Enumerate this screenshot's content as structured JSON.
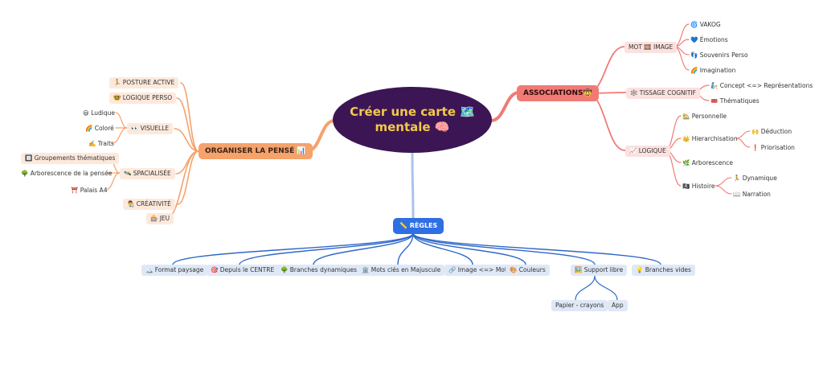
{
  "colors": {
    "central_bg": "#3c1654",
    "central_text": "#f2c94c",
    "orange_branch": "#f5a26b",
    "orange_pill": "#fde9dc",
    "red_branch": "#f07b76",
    "red_pill": "#fbe1df",
    "blue_branch": "#2f68c9",
    "blue_pill": "#dfe8f6",
    "regles_bg": "#2f6fe4"
  },
  "central": {
    "title": "Créer une carte 🗺️ mentale 🧠"
  },
  "organiser": {
    "label": "ORGANISER LA PENSÉ 📊",
    "posture": "🏃 POSTURE ACTIVE",
    "logique_perso": "🤓 LOGIQUE PERSO",
    "visuelle": "👀 VISUELLE",
    "visuelle_children": [
      "😃 Ludique",
      "🌈 Coloré",
      "✍️ Traits"
    ],
    "spacialisee": "🛰️ SPACIALISÉE",
    "spacialisee_children": [
      "🔲 Groupements thématiques",
      "🌳 Arborescence de la pensée",
      "⛩️ Palais A4"
    ],
    "creativite": "👨‍🎨 CRÉATIVITÉ",
    "jeu": "🎰 JEU"
  },
  "associations": {
    "label": "ASSOCIATIONS🤠",
    "mot_image": "MOT 🎞️ IMAGE",
    "mot_image_children": [
      "🌀 VAKOG",
      "💙 Émotions",
      "👣 Souvenirs Perso",
      "🌈 Imagination"
    ],
    "tissage": "🕸️ TISSAGE COGNITIF",
    "tissage_children": [
      "🧞 Concept <=> Représentations",
      "🎟️ Thématiques"
    ],
    "logique": "📈 LOGIQUE",
    "logique_children": [
      "🏡 Personnelle",
      "👑 Hierarchisation",
      "🌿 Arborescence",
      "🏴‍☠️ Histoire"
    ],
    "hierarchisation_children": [
      "🙌 Déduction",
      "❗ Priorisation"
    ],
    "histoire_children": [
      "🏃 Dynamique",
      "📖 Narration"
    ]
  },
  "regles": {
    "label": "📏 RÈGLES",
    "children": [
      "🏔️ Format paysage",
      "🎯 Depuis le CENTRE",
      "🌳 Branches dynamiques",
      "🏛️ Mots clés en Majuscule",
      "🔗 Image <=> Mot",
      "🎨 Couleurs",
      "🖼️ Support libre",
      "💡 Branches vides"
    ],
    "support_children": [
      "Papier - crayons",
      "App"
    ]
  }
}
